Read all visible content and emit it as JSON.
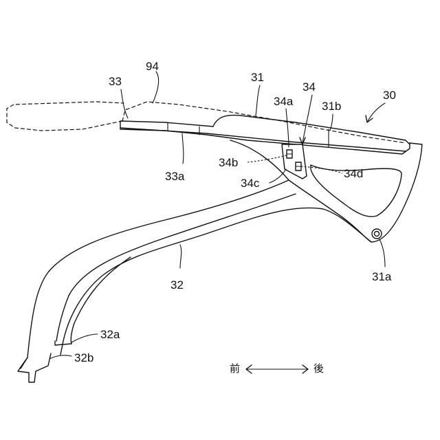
{
  "labels": {
    "l30": "30",
    "l94": "94",
    "l33": "33",
    "l31": "31",
    "l34": "34",
    "l34a": "34a",
    "l31b": "31b",
    "l34b": "34b",
    "l34c": "34c",
    "l34d": "34d",
    "l33a": "33a",
    "l31a": "31a",
    "l32": "32",
    "l32a": "32a",
    "l32b": "32b"
  },
  "direction": {
    "front": "前",
    "rear": "後"
  }
}
